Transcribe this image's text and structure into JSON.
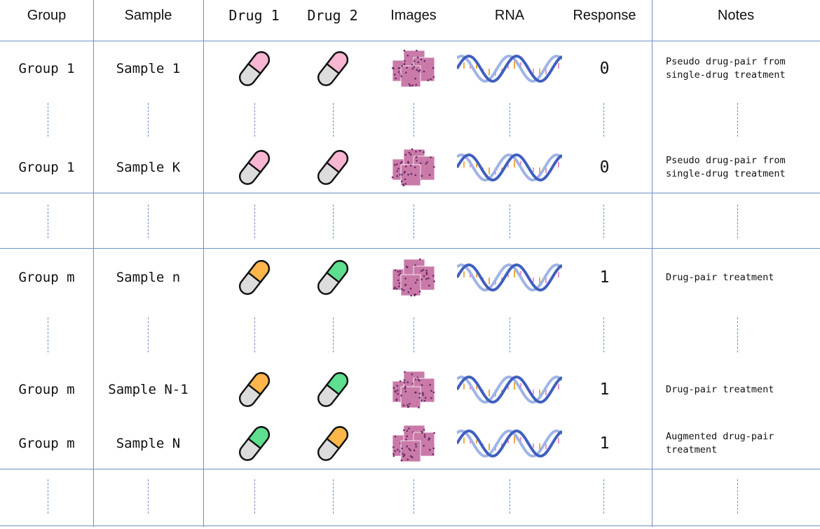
{
  "headers": {
    "group": "Group",
    "sample": "Sample",
    "drug1": "Drug 1",
    "drug2": "Drug 2",
    "images": "Images",
    "rna": "RNA",
    "response": "Response",
    "notes": "Notes"
  },
  "rows": [
    {
      "group": "Group 1",
      "sample": "Sample 1",
      "drug1_color": "#f7b6d2",
      "drug2_color": "#f7b6d2",
      "response": "0",
      "note_l1": "Pseudo drug-pair from",
      "note_l2": "single-drug treatment"
    },
    {
      "group": "Group 1",
      "sample": "Sample K",
      "drug1_color": "#f7b6d2",
      "drug2_color": "#f7b6d2",
      "response": "0",
      "note_l1": "Pseudo drug-pair from",
      "note_l2": "single-drug treatment"
    },
    {
      "group": "Group m",
      "sample": "Sample n",
      "drug1_color": "#fdb64a",
      "drug2_color": "#5ddf8f",
      "response": "1",
      "note_l1": "Drug-pair treatment",
      "note_l2": ""
    },
    {
      "group": "Group m",
      "sample": "Sample N-1",
      "drug1_color": "#fdb64a",
      "drug2_color": "#5ddf8f",
      "response": "1",
      "note_l1": "Drug-pair treatment",
      "note_l2": ""
    },
    {
      "group": "Group m",
      "sample": "Sample N",
      "drug1_color": "#5ddf8f",
      "drug2_color": "#fdb64a",
      "response": "1",
      "note_l1": "Augmented drug-pair",
      "note_l2": "treatment"
    }
  ],
  "colors": {
    "grid": "#6f8fc6",
    "pill_body": "#dcdcdc",
    "tissue": "#c97aa8",
    "helix_dark": "#3f5fbf",
    "helix_light": "#9fb4e6",
    "base_pink": "#e88ac8",
    "base_orange": "#f0a030"
  }
}
